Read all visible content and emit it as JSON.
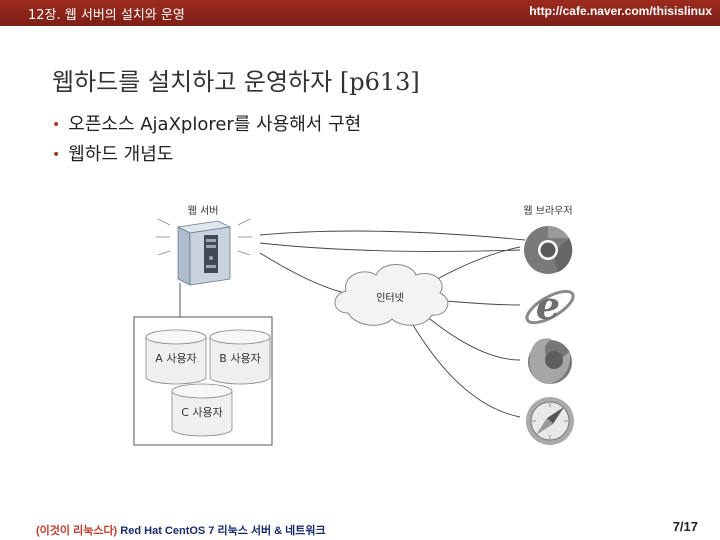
{
  "header": {
    "chapter": "12장. 웹 서버의 설치와 운영",
    "url": "http://cafe.naver.com/thisislinux"
  },
  "slide": {
    "title": "웹하드를 설치하고 운영하자 [p613]",
    "bullets": [
      "오픈소스 AjaXplorer를 사용해서 구현",
      "웹하드 개념도"
    ]
  },
  "diagram": {
    "web_server_label": "웹 서버",
    "web_browser_label": "웹 브라우저",
    "internet_label": "인터넷",
    "users": [
      "A 사용자",
      "B 사용자",
      "C 사용자"
    ],
    "browser_icons": [
      "chrome-icon",
      "internet-explorer-icon",
      "firefox-icon",
      "safari-icon"
    ]
  },
  "footer": {
    "left_paren": "(이것이 리눅스다)",
    "left_text": " Red Hat CentOS 7 리눅스 서버 & 네트워크",
    "page": "7/17"
  },
  "colors": {
    "header_bg": "#8e261b",
    "bullet": "#a53a2c",
    "footer_text": "#1a2a6c"
  }
}
